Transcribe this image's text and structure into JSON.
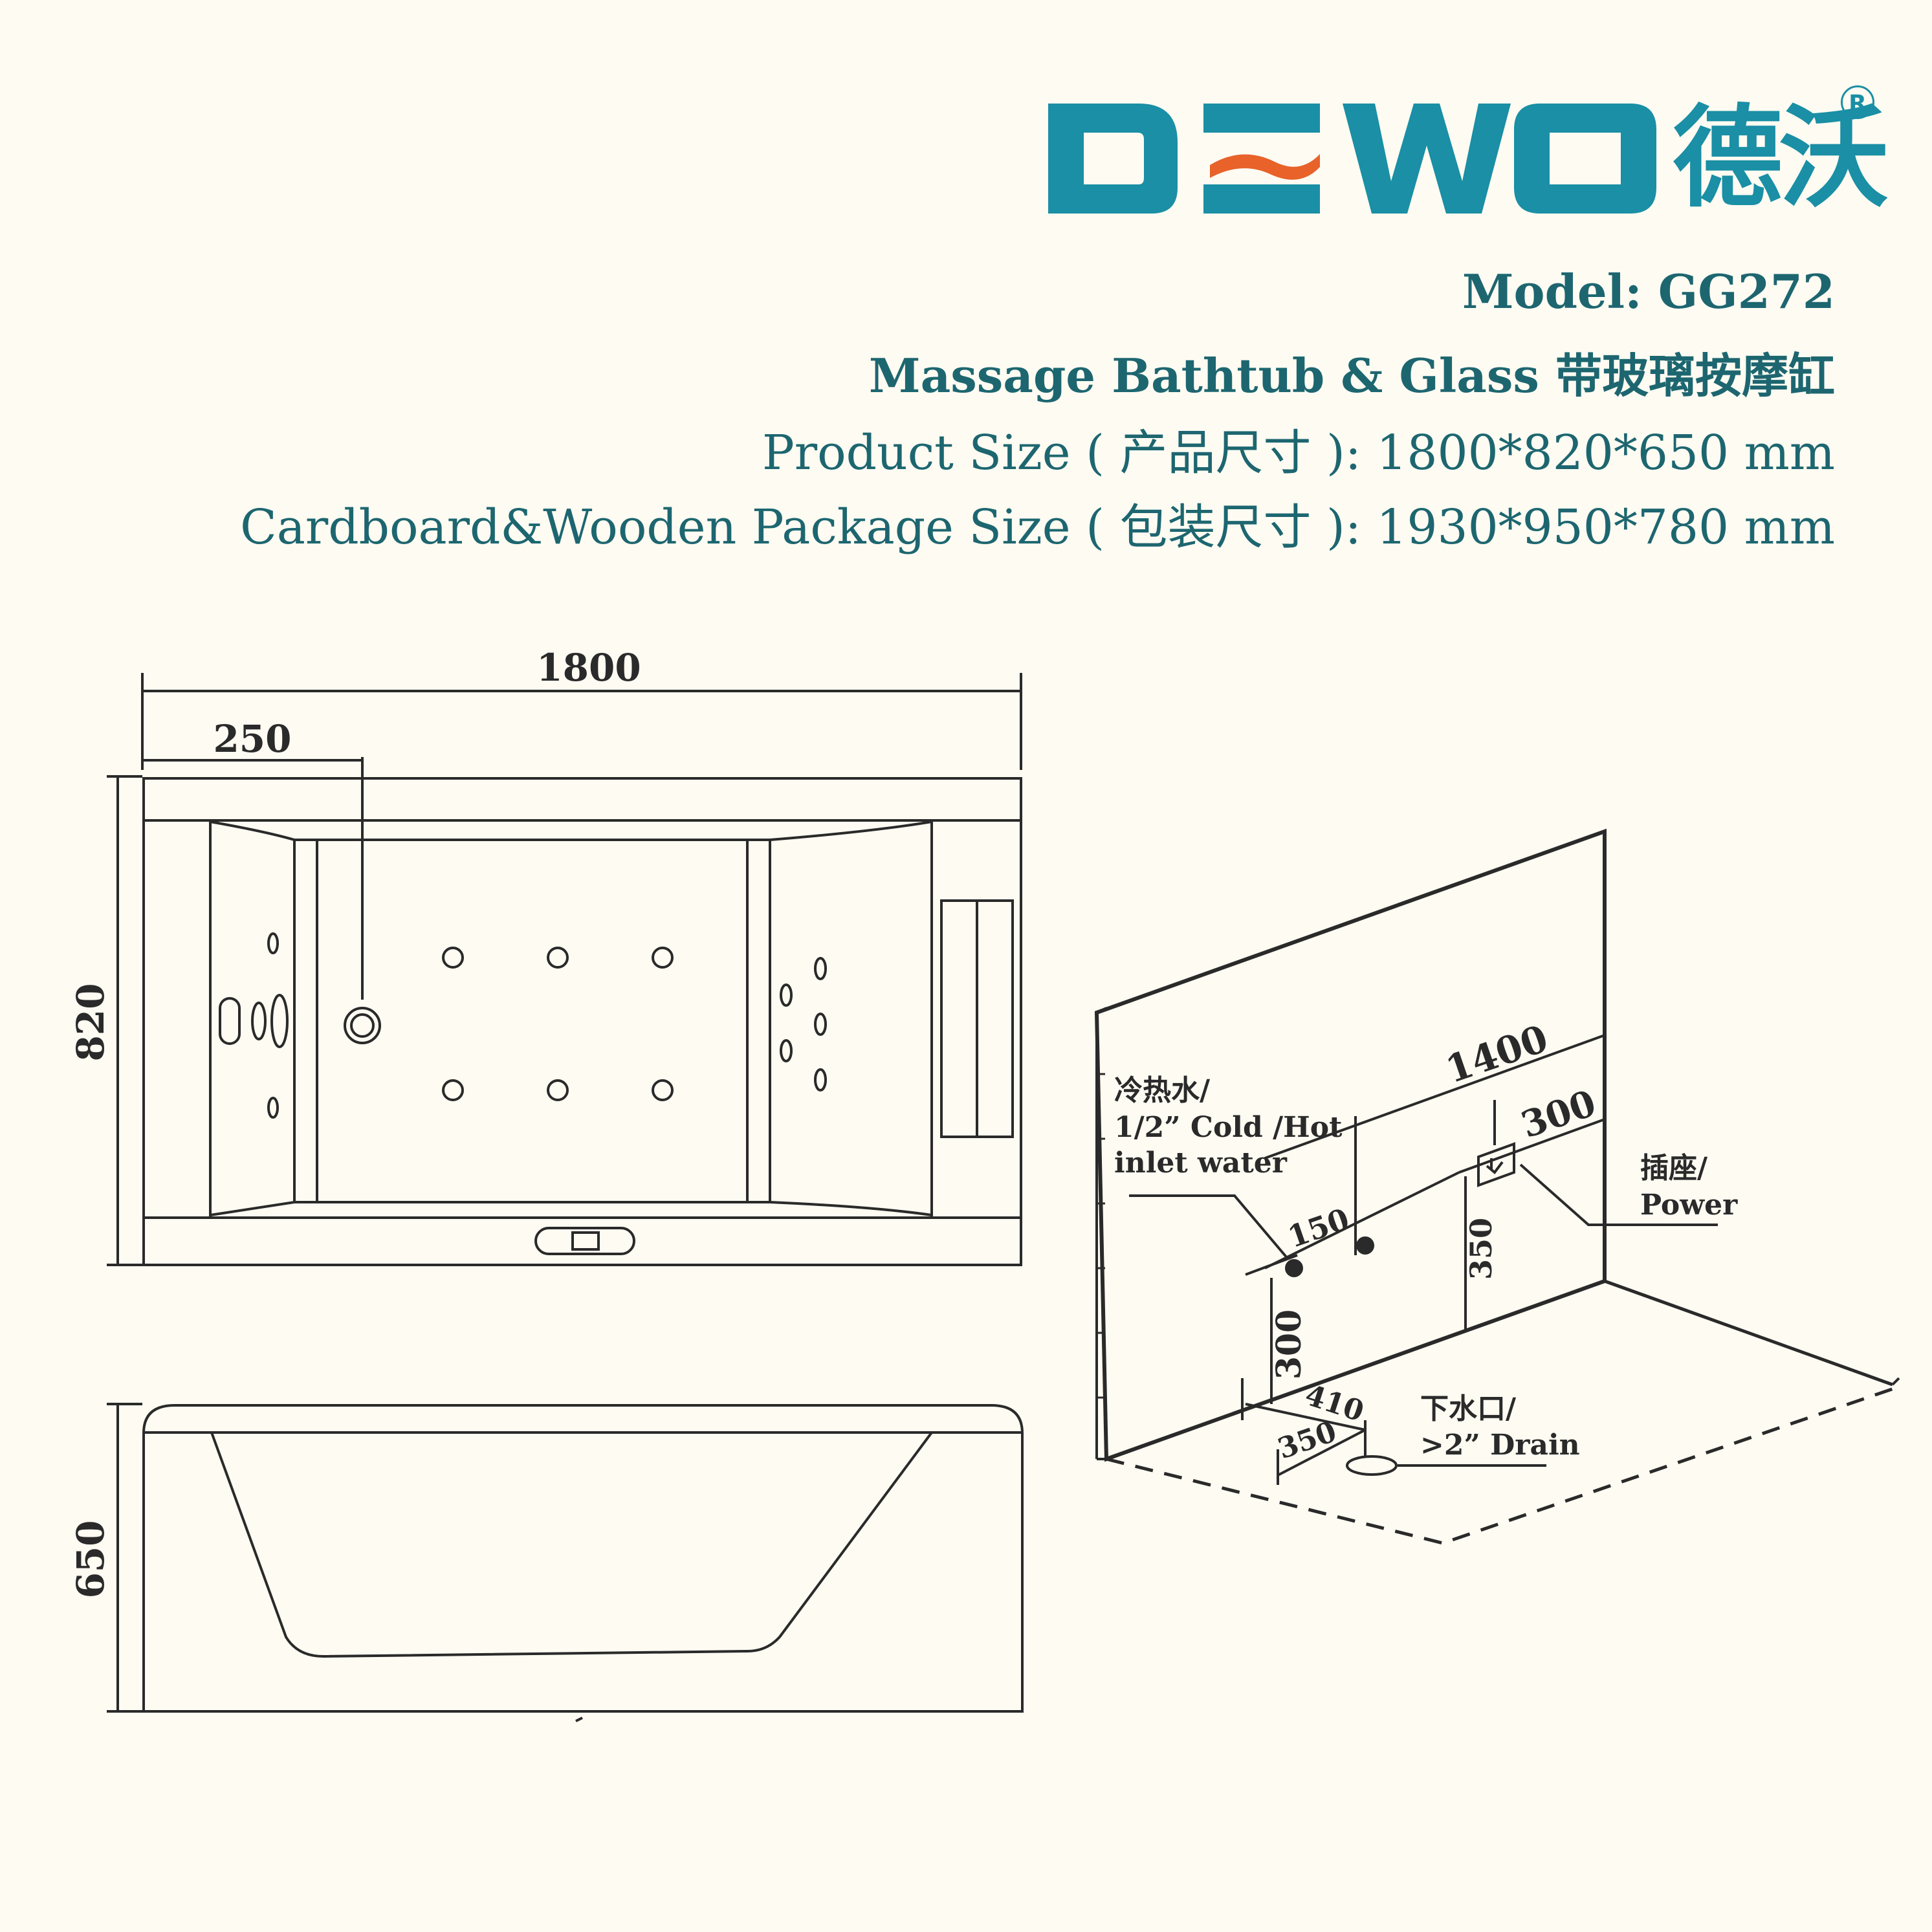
{
  "brand": {
    "latin": "DEWO",
    "chinese": "德沃",
    "registered_mark": "R",
    "colors": {
      "primary": "#1a8fa5",
      "accent": "#e8622a"
    }
  },
  "header": {
    "model": "Model: GG272",
    "product_name": "Massage Bathtub & Glass 带玻璃按摩缸",
    "product_size": "Product Size ( 产品尺寸 ):  1800*820*650 mm",
    "package_size": "Cardboard&Wooden Package Size ( 包装尺寸 ):  1930*950*780 mm"
  },
  "top_view": {
    "length_dim": "1800",
    "drain_offset_dim": "250",
    "width_dim": "820"
  },
  "side_view": {
    "height_dim": "650"
  },
  "installation": {
    "wall_length_dim": "1400",
    "socket_offset_dim": "300",
    "pipe_spacing_dim": "150",
    "socket_height_dim": "350",
    "pipe_height_dim": "300",
    "drain_x_dim": "410",
    "drain_y_dim": "350",
    "water_label": [
      "冷热水/",
      "1/2” Cold /Hot",
      "inlet water"
    ],
    "power_label": [
      "插座/",
      "Power"
    ],
    "drain_label": [
      "下水口/",
      ">2” Drain"
    ]
  }
}
